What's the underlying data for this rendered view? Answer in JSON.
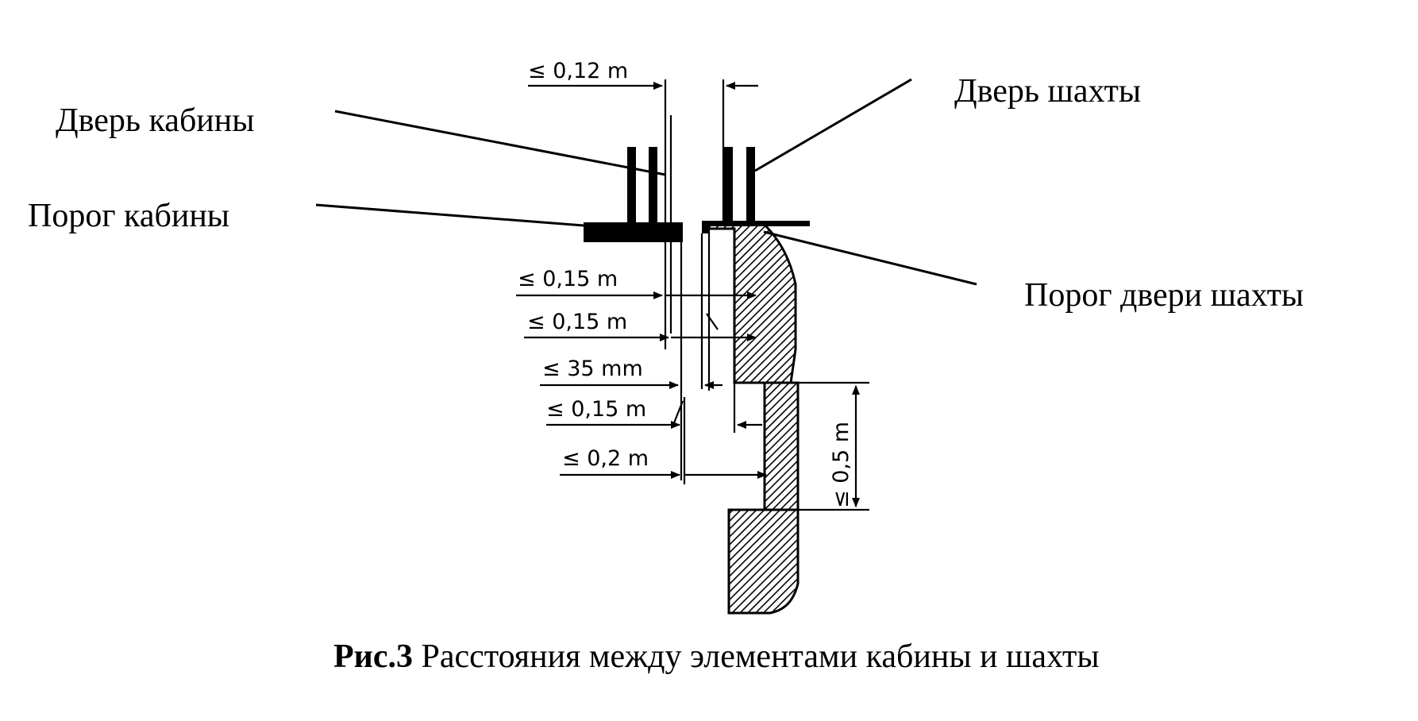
{
  "labels": {
    "car_door": "Дверь кабины",
    "shaft_door": "Дверь шахты",
    "car_sill": "Порог кабины",
    "shaft_door_sill": "Порог двери шахты"
  },
  "dimensions": {
    "d1": "≤ 0,12 m",
    "d2": "≤ 0,15 m",
    "d3": "≤ 0,15 m",
    "d4": "≤ 35 mm",
    "d5": "≤ 0,15 m",
    "d6": "≤ 0,2 m",
    "d7": "≤ 0,5 m"
  },
  "caption": {
    "prefix": "Рис.3",
    "text": " Расстояния между элементами кабины и шахты"
  }
}
